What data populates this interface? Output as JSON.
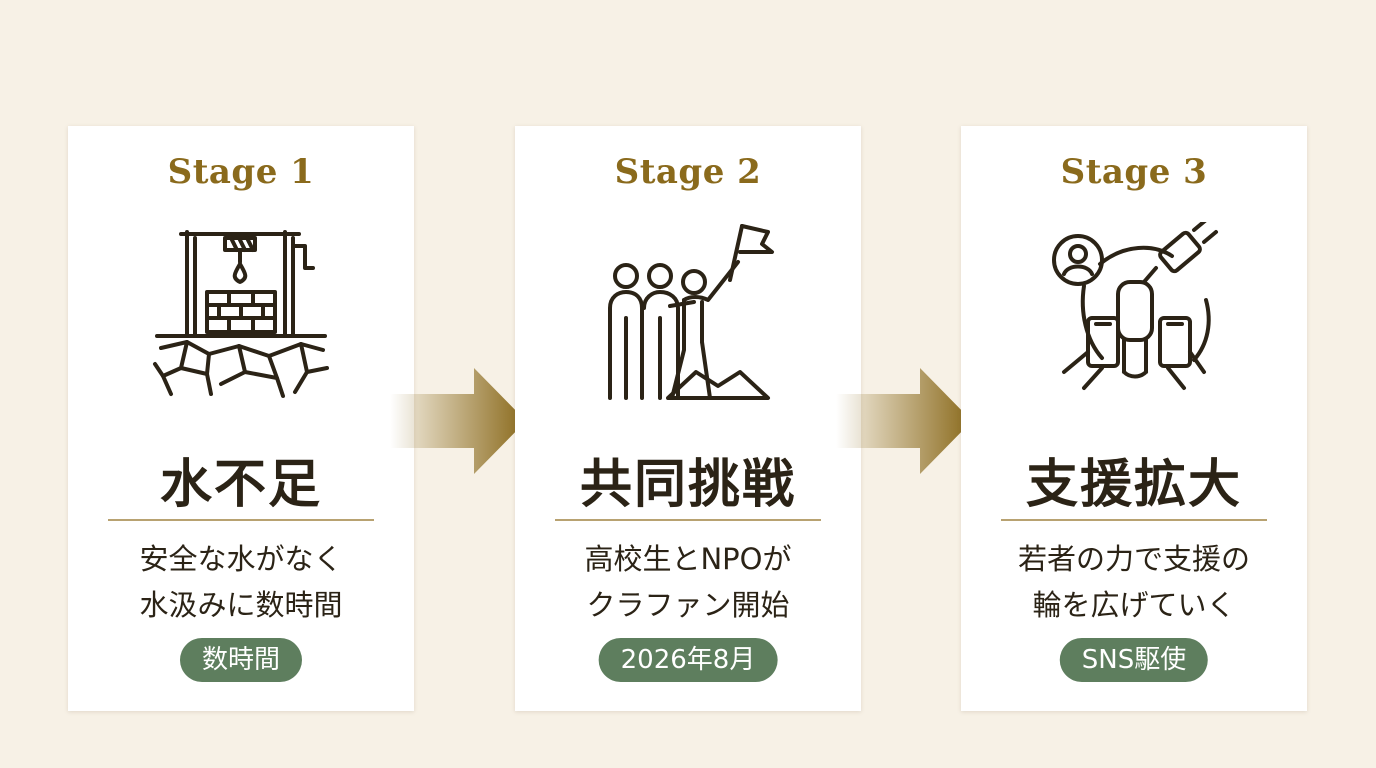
{
  "colors": {
    "background": "#f7f1e6",
    "card": "#ffffff",
    "stage_label": "#8a6a1c",
    "text": "#2b2316",
    "divider": "#b8a271",
    "badge": "#5e7e5e",
    "arrow": "#8a6a1c"
  },
  "stages": [
    {
      "label": "Stage 1",
      "icon": "well-drought-icon",
      "title": "水不足",
      "desc_line1": "安全な水がなく",
      "desc_line2": "水汲みに数時間",
      "badge": "数時間"
    },
    {
      "label": "Stage 2",
      "icon": "team-flag-icon",
      "title": "共同挑戦",
      "desc_line1": "高校生とNPOが",
      "desc_line2": "クラファン開始",
      "badge": "2026年8月"
    },
    {
      "label": "Stage 3",
      "icon": "social-network-icon",
      "title": "支援拡大",
      "desc_line1": "若者の力で支援の",
      "desc_line2": "輪を広げていく",
      "badge": "SNS駆使"
    }
  ]
}
